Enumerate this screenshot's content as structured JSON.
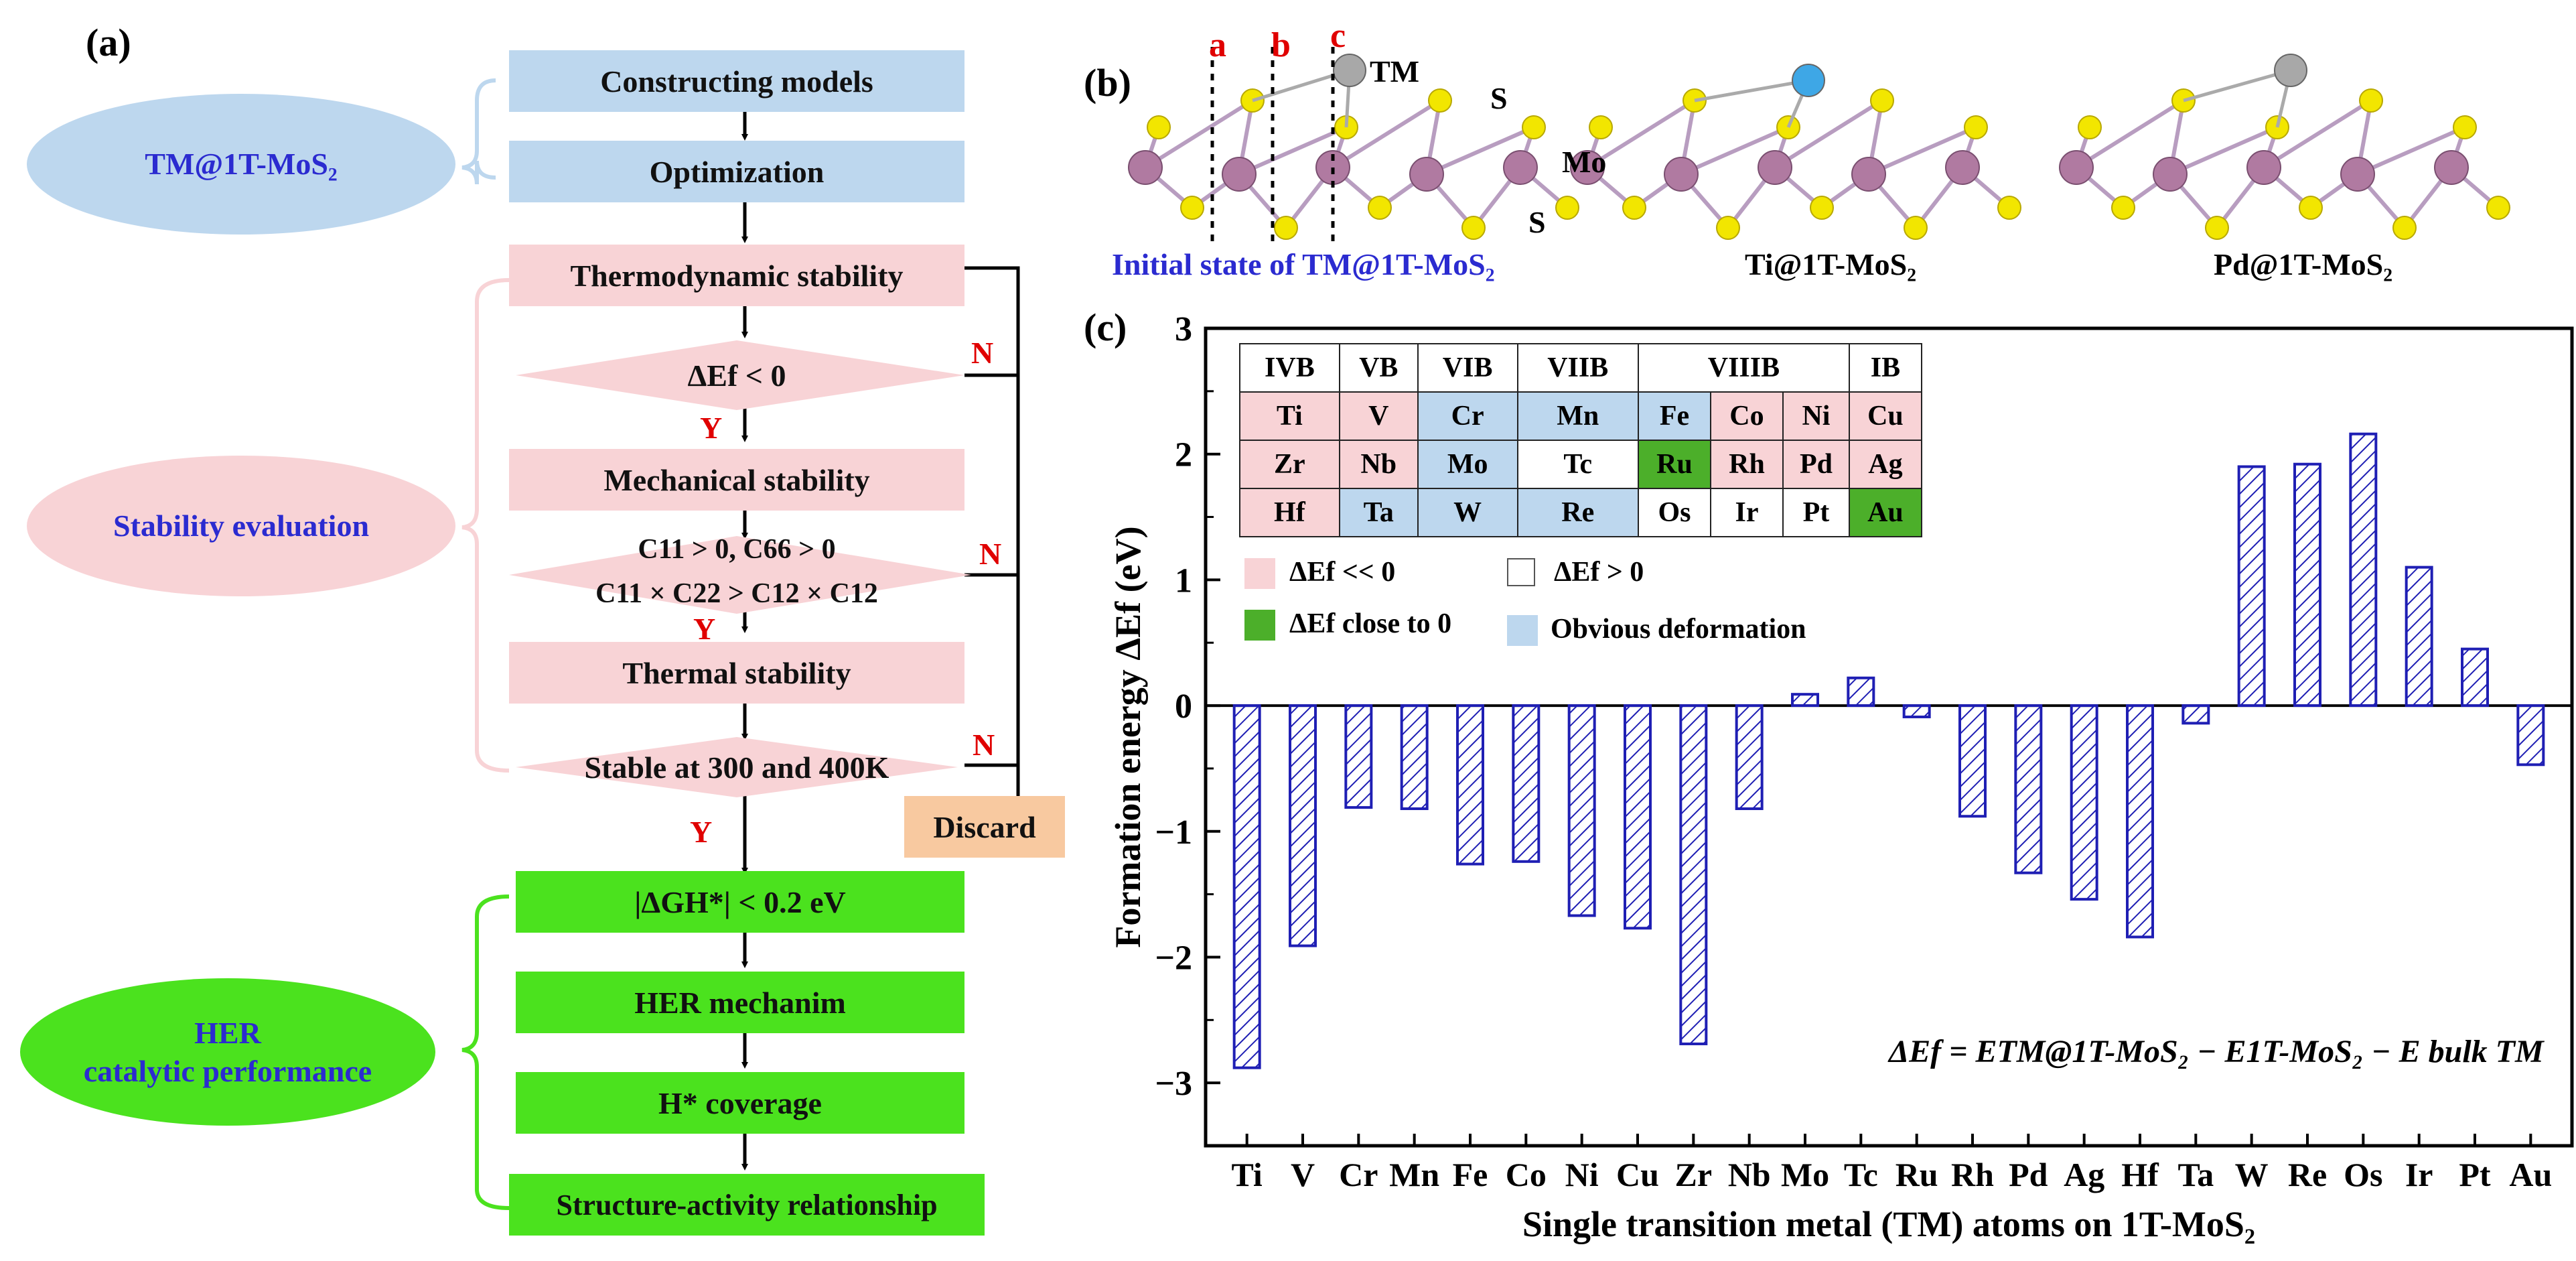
{
  "panel_a": {
    "label": "(a)",
    "ellipses": {
      "models": "TM@1T-MoS₂",
      "stability": "Stability evaluation",
      "her_line1": "HER",
      "her_line2": "catalytic performance"
    },
    "boxes": {
      "constructing": "Constructing models",
      "optimization": "Optimization",
      "thermo": "Thermodynamic stability",
      "delta_ef": "ΔEf < 0",
      "mechanical": "Mechanical stability",
      "cond1": "C11 > 0, C66 > 0",
      "cond2": "C11 × C22 > C12 × C12",
      "thermal": "Thermal stability",
      "stable": "Stable at 300 and 400K",
      "discard": "Discard",
      "dgh": "|ΔGH*| < 0.2 eV",
      "mechanism": "HER mechanim",
      "coverage": "H* coverage",
      "structure": "Structure-activity relationship"
    },
    "yes": "Y",
    "no": "N"
  },
  "panel_b": {
    "label": "(b)",
    "site_a": "a",
    "site_b": "b",
    "site_c": "c",
    "atom_tm": "TM",
    "atom_s": "S",
    "atom_mo": "Mo",
    "caption1": "Initial state of  TM@1T-MoS₂",
    "caption2": "Ti@1T-MoS₂",
    "caption3": "Pd@1T-MoS₂",
    "colors": {
      "mo": "#b07aa1",
      "s": "#f2e600",
      "ti": "#3ea7e6",
      "grey": "#a8a8a8"
    }
  },
  "panel_c": {
    "label": "(c)",
    "table": {
      "headers": [
        "IVB",
        "VB",
        "VIB",
        "VIIB",
        "VIIIB",
        "IB"
      ],
      "rows": [
        [
          "Ti",
          "V",
          "Cr",
          "Mn",
          "Fe",
          "Co",
          "Ni",
          "Cu"
        ],
        [
          "Zr",
          "Nb",
          "Mo",
          "Tc",
          "Ru",
          "Rh",
          "Pd",
          "Ag"
        ],
        [
          "Hf",
          "Ta",
          "W",
          "Re",
          "Os",
          "Ir",
          "Pt",
          "Au"
        ]
      ],
      "cell_colors": [
        [
          "pink",
          "pink",
          "blue",
          "blue",
          "blue",
          "pink",
          "pink",
          "pink"
        ],
        [
          "pink",
          "pink",
          "blue",
          "white",
          "green",
          "pink",
          "pink",
          "pink"
        ],
        [
          "pink",
          "blue",
          "blue",
          "blue",
          "white",
          "white",
          "white",
          "green"
        ]
      ],
      "legend": {
        "pink": "ΔEf << 0",
        "white": "ΔEf > 0",
        "green": "ΔEf close to 0",
        "blue": "Obvious deformation"
      },
      "colors": {
        "pink": "#f8d3d6",
        "blue": "#bdd7ee",
        "green": "#4caf2a",
        "white": "#ffffff"
      }
    },
    "equation": "ΔEf = ETM@1T-MoS₂ − E1T-MoS₂ − E bulk TM"
  },
  "chart_data": {
    "type": "bar",
    "title": "",
    "xlabel": "Single transition metal (TM) atoms on 1T-MoS₂",
    "ylabel": "Formation energy ΔEf (eV)",
    "ylim": [
      -3.5,
      3
    ],
    "yticks": [
      -3,
      -2,
      -1,
      0,
      1,
      2,
      3
    ],
    "bar_style": "hatched",
    "bar_color": "#1f1fb4",
    "categories": [
      "Ti",
      "V",
      "Cr",
      "Mn",
      "Fe",
      "Co",
      "Ni",
      "Cu",
      "Zr",
      "Nb",
      "Mo",
      "Tc",
      "Ru",
      "Rh",
      "Pd",
      "Ag",
      "Hf",
      "Ta",
      "W",
      "Re",
      "Os",
      "Ir",
      "Pt",
      "Au"
    ],
    "values": [
      -2.88,
      -1.91,
      -0.81,
      -0.82,
      -1.26,
      -1.24,
      -1.67,
      -1.77,
      -2.69,
      -0.82,
      0.09,
      0.22,
      -0.09,
      -0.88,
      -1.33,
      -1.54,
      -1.84,
      -0.14,
      1.9,
      1.92,
      2.16,
      1.1,
      0.45,
      -0.47
    ]
  }
}
